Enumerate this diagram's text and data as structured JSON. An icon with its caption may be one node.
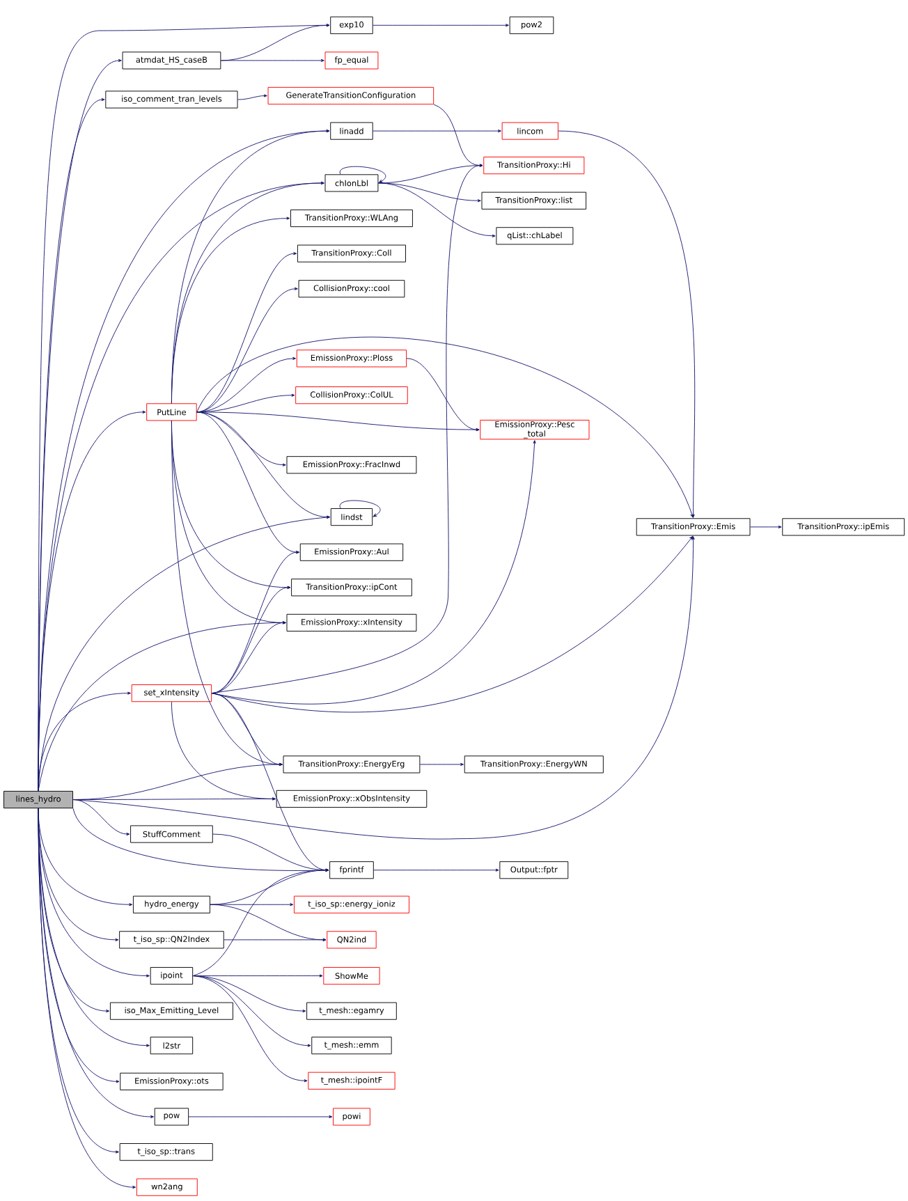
{
  "diagram": {
    "nodes": [
      {
        "text": [
          "lines_hydro"
        ]
      },
      {
        "text": [
          "exp10"
        ]
      },
      {
        "text": [
          "pow2"
        ]
      },
      {
        "text": [
          "atmdat_HS_caseB"
        ]
      },
      {
        "text": [
          "fp_equal"
        ]
      },
      {
        "text": [
          "iso_comment_tran_levels"
        ]
      },
      {
        "text": [
          "GenerateTransitionConfiguration"
        ]
      },
      {
        "text": [
          "linadd"
        ]
      },
      {
        "text": [
          "lincom"
        ]
      },
      {
        "text": [
          "chIonLbl"
        ]
      },
      {
        "text": [
          "TransitionProxy::Hi"
        ]
      },
      {
        "text": [
          "TransitionProxy::list"
        ]
      },
      {
        "text": [
          "qList::chLabel"
        ]
      },
      {
        "text": [
          "TransitionProxy::WLAng"
        ]
      },
      {
        "text": [
          "TransitionProxy::Coll"
        ]
      },
      {
        "text": [
          "CollisionProxy::cool"
        ]
      },
      {
        "text": [
          "EmissionProxy::Ploss"
        ]
      },
      {
        "text": [
          "CollisionProxy::ColUL"
        ]
      },
      {
        "text": [
          "PutLine"
        ]
      },
      {
        "text": [
          "EmissionProxy::Pesc _total"
        ]
      },
      {
        "text": [
          "EmissionProxy::FracInwd"
        ]
      },
      {
        "text": [
          "lindst"
        ]
      },
      {
        "text": [
          "TransitionProxy::Emis"
        ]
      },
      {
        "text": [
          "TransitionProxy::ipEmis"
        ]
      },
      {
        "text": [
          "EmissionProxy::Aul"
        ]
      },
      {
        "text": [
          "TransitionProxy::ipCont"
        ]
      },
      {
        "text": [
          "EmissionProxy::xIntensity"
        ]
      },
      {
        "text": [
          "set_xIntensity"
        ]
      },
      {
        "text": [
          "TransitionProxy::EnergyErg"
        ]
      },
      {
        "text": [
          "TransitionProxy::EnergyWN"
        ]
      },
      {
        "text": [
          "EmissionProxy::xObsIntensity"
        ]
      },
      {
        "text": [
          "StuffComment"
        ]
      },
      {
        "text": [
          "fprintf"
        ]
      },
      {
        "text": [
          "Output::fptr"
        ]
      },
      {
        "text": [
          "hydro_energy"
        ]
      },
      {
        "text": [
          "t_iso_sp::energy_ioniz"
        ]
      },
      {
        "text": [
          "t_iso_sp::QN2Index"
        ]
      },
      {
        "text": [
          "QN2ind"
        ]
      },
      {
        "text": [
          "ipoint"
        ]
      },
      {
        "text": [
          "ShowMe"
        ]
      },
      {
        "text": [
          "t_mesh::egamry"
        ]
      },
      {
        "text": [
          "iso_Max_Emitting_Level"
        ]
      },
      {
        "text": [
          "t_mesh::emm"
        ]
      },
      {
        "text": [
          "l2str"
        ]
      },
      {
        "text": [
          "t_mesh::ipointF"
        ]
      },
      {
        "text": [
          "EmissionProxy::ots"
        ]
      },
      {
        "text": [
          "pow"
        ]
      },
      {
        "text": [
          "powi"
        ]
      },
      {
        "text": [
          "t_iso_sp::trans"
        ]
      },
      {
        "text": [
          "wn2ang"
        ]
      }
    ],
    "edges": [
      {
        "from": 0,
        "to": 1,
        "arrow": "to"
      },
      {
        "from": 0,
        "to": 3,
        "arrow": "to"
      },
      {
        "from": 0,
        "to": 5,
        "arrow": "to"
      },
      {
        "from": 0,
        "to": 7,
        "arrow": "to"
      },
      {
        "from": 0,
        "to": 9,
        "arrow": "to"
      },
      {
        "from": 0,
        "to": 18,
        "arrow": "to"
      },
      {
        "from": 0,
        "to": 21,
        "arrow": "to"
      },
      {
        "from": 0,
        "to": 26,
        "arrow": "to"
      },
      {
        "from": 0,
        "to": 27,
        "arrow": "to"
      },
      {
        "from": 0,
        "to": 28,
        "arrow": "to"
      },
      {
        "from": 0,
        "to": 30,
        "arrow": "to"
      },
      {
        "from": 0,
        "to": 22,
        "arrow": "to"
      },
      {
        "from": 0,
        "to": 31,
        "arrow": "to"
      },
      {
        "from": 0,
        "to": 32,
        "arrow": "to"
      },
      {
        "from": 0,
        "to": 34,
        "arrow": "to"
      },
      {
        "from": 0,
        "to": 36,
        "arrow": "to"
      },
      {
        "from": 0,
        "to": 38,
        "arrow": "to"
      },
      {
        "from": 0,
        "to": 41,
        "arrow": "to"
      },
      {
        "from": 0,
        "to": 43,
        "arrow": "to"
      },
      {
        "from": 0,
        "to": 45,
        "arrow": "to"
      },
      {
        "from": 0,
        "to": 46,
        "arrow": "to"
      },
      {
        "from": 0,
        "to": 48,
        "arrow": "to"
      },
      {
        "from": 0,
        "to": 49,
        "arrow": "to"
      },
      {
        "from": 1,
        "to": 2,
        "arrow": "to"
      },
      {
        "from": 3,
        "to": 1,
        "arrow": "to"
      },
      {
        "from": 3,
        "to": 4,
        "arrow": "to"
      },
      {
        "from": 5,
        "to": 6,
        "arrow": "to"
      },
      {
        "from": 6,
        "to": 10,
        "arrow": "to"
      },
      {
        "from": 7,
        "to": 8,
        "arrow": "to"
      },
      {
        "from": 8,
        "to": 22,
        "arrow": "to"
      },
      {
        "from": 9,
        "to": 9,
        "arrow": "to"
      },
      {
        "from": 9,
        "to": 10,
        "arrow": "to"
      },
      {
        "from": 9,
        "to": 11,
        "arrow": "to"
      },
      {
        "from": 9,
        "to": 12,
        "arrow": "to"
      },
      {
        "from": 18,
        "to": 7,
        "arrow": "to"
      },
      {
        "from": 18,
        "to": 9,
        "arrow": "to"
      },
      {
        "from": 18,
        "to": 13,
        "arrow": "to"
      },
      {
        "from": 18,
        "to": 14,
        "arrow": "to"
      },
      {
        "from": 18,
        "to": 15,
        "arrow": "to"
      },
      {
        "from": 18,
        "to": 16,
        "arrow": "to"
      },
      {
        "from": 18,
        "to": 17,
        "arrow": "to"
      },
      {
        "from": 18,
        "to": 19,
        "arrow": "to"
      },
      {
        "from": 18,
        "to": 20,
        "arrow": "to"
      },
      {
        "from": 18,
        "to": 21,
        "arrow": "to"
      },
      {
        "from": 18,
        "to": 24,
        "arrow": "to"
      },
      {
        "from": 18,
        "to": 25,
        "arrow": "to"
      },
      {
        "from": 18,
        "to": 26,
        "arrow": "to"
      },
      {
        "from": 18,
        "to": 28,
        "arrow": "to"
      },
      {
        "from": 18,
        "to": 22,
        "arrow": "to"
      },
      {
        "from": 16,
        "to": 19,
        "arrow": "to"
      },
      {
        "from": 21,
        "to": 21,
        "arrow": "to"
      },
      {
        "from": 22,
        "to": 23,
        "arrow": "to"
      },
      {
        "from": 27,
        "to": 24,
        "arrow": "to"
      },
      {
        "from": 27,
        "to": 25,
        "arrow": "to"
      },
      {
        "from": 27,
        "to": 26,
        "arrow": "to"
      },
      {
        "from": 27,
        "to": 10,
        "arrow": "to"
      },
      {
        "from": 27,
        "to": 19,
        "arrow": "to"
      },
      {
        "from": 27,
        "to": 22,
        "arrow": "to"
      },
      {
        "from": 27,
        "to": 28,
        "arrow": "to"
      },
      {
        "from": 27,
        "to": 30,
        "arrow": "to"
      },
      {
        "from": 27,
        "to": 32,
        "arrow": "to"
      },
      {
        "from": 28,
        "to": 29,
        "arrow": "to"
      },
      {
        "from": 31,
        "to": 32,
        "arrow": "to"
      },
      {
        "from": 32,
        "to": 33,
        "arrow": "to"
      },
      {
        "from": 34,
        "to": 32,
        "arrow": "to"
      },
      {
        "from": 34,
        "to": 35,
        "arrow": "to"
      },
      {
        "from": 34,
        "to": 37,
        "arrow": "to"
      },
      {
        "from": 36,
        "to": 37,
        "arrow": "to"
      },
      {
        "from": 38,
        "to": 32,
        "arrow": "to"
      },
      {
        "from": 38,
        "to": 39,
        "arrow": "to"
      },
      {
        "from": 38,
        "to": 40,
        "arrow": "to"
      },
      {
        "from": 38,
        "to": 42,
        "arrow": "to"
      },
      {
        "from": 38,
        "to": 44,
        "arrow": "to"
      },
      {
        "from": 46,
        "to": 47,
        "arrow": "to"
      }
    ]
  }
}
